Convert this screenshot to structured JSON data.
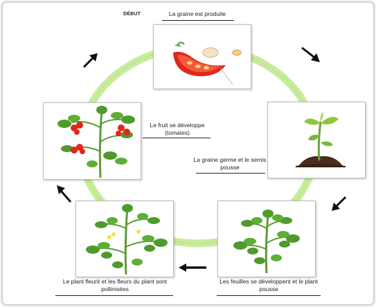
{
  "diagram": {
    "start_label": "DÉBUT",
    "steps": [
      {
        "id": "seed",
        "label": "La graine est produite"
      },
      {
        "id": "germination",
        "label": "La graine germe et le semis pousse"
      },
      {
        "id": "leaves",
        "label": "Les feuilles se développent et le plant pousse"
      },
      {
        "id": "flowering",
        "label": "Le plant fleurit et les fleurs du plant sont pollinisées"
      },
      {
        "id": "fruit",
        "label": "Le fruit se développe (tomates)"
      }
    ],
    "colors": {
      "ring": "#c8ec9c",
      "arrow": "#111111",
      "leaf": "#4f9a2c",
      "stem": "#5f9a36",
      "tomato": "#e0271b",
      "soil": "#4a2e1d"
    }
  }
}
